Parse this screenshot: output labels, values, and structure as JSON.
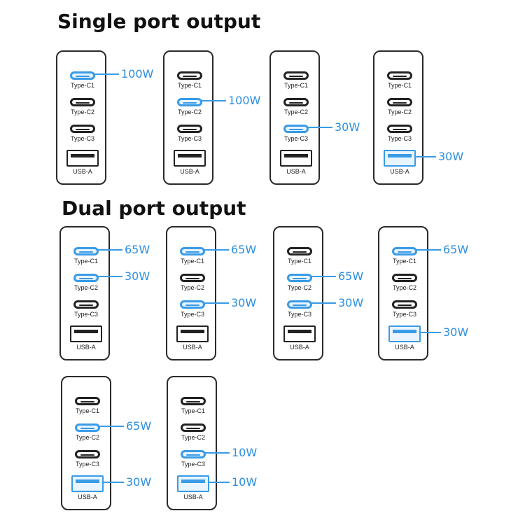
{
  "headings": {
    "single": "Single port output",
    "dual": "Dual port output"
  },
  "port_labels": [
    "Type-C1",
    "Type-C2",
    "Type-C3",
    "USB-A"
  ],
  "colors": {
    "active": "#3a9be6",
    "port": "#222222",
    "frame": "#2a2a2a"
  },
  "single_port_configs": [
    {
      "active_ports": [
        "Type-C1"
      ],
      "outputs": [
        "100W"
      ]
    },
    {
      "active_ports": [
        "Type-C2"
      ],
      "outputs": [
        "100W"
      ]
    },
    {
      "active_ports": [
        "Type-C3"
      ],
      "outputs": [
        "30W"
      ]
    },
    {
      "active_ports": [
        "USB-A"
      ],
      "outputs": [
        "30W"
      ]
    }
  ],
  "dual_port_configs": [
    {
      "active_ports": [
        "Type-C1",
        "Type-C2"
      ],
      "outputs": [
        "65W",
        "30W"
      ]
    },
    {
      "active_ports": [
        "Type-C1",
        "Type-C3"
      ],
      "outputs": [
        "65W",
        "30W"
      ]
    },
    {
      "active_ports": [
        "Type-C2",
        "Type-C3"
      ],
      "outputs": [
        "65W",
        "30W"
      ]
    },
    {
      "active_ports": [
        "Type-C1",
        "USB-A"
      ],
      "outputs": [
        "65W",
        "30W"
      ]
    },
    {
      "active_ports": [
        "Type-C2",
        "USB-A"
      ],
      "outputs": [
        "65W",
        "30W"
      ]
    },
    {
      "active_ports": [
        "Type-C3",
        "USB-A"
      ],
      "outputs": [
        "10W",
        "10W"
      ]
    }
  ]
}
